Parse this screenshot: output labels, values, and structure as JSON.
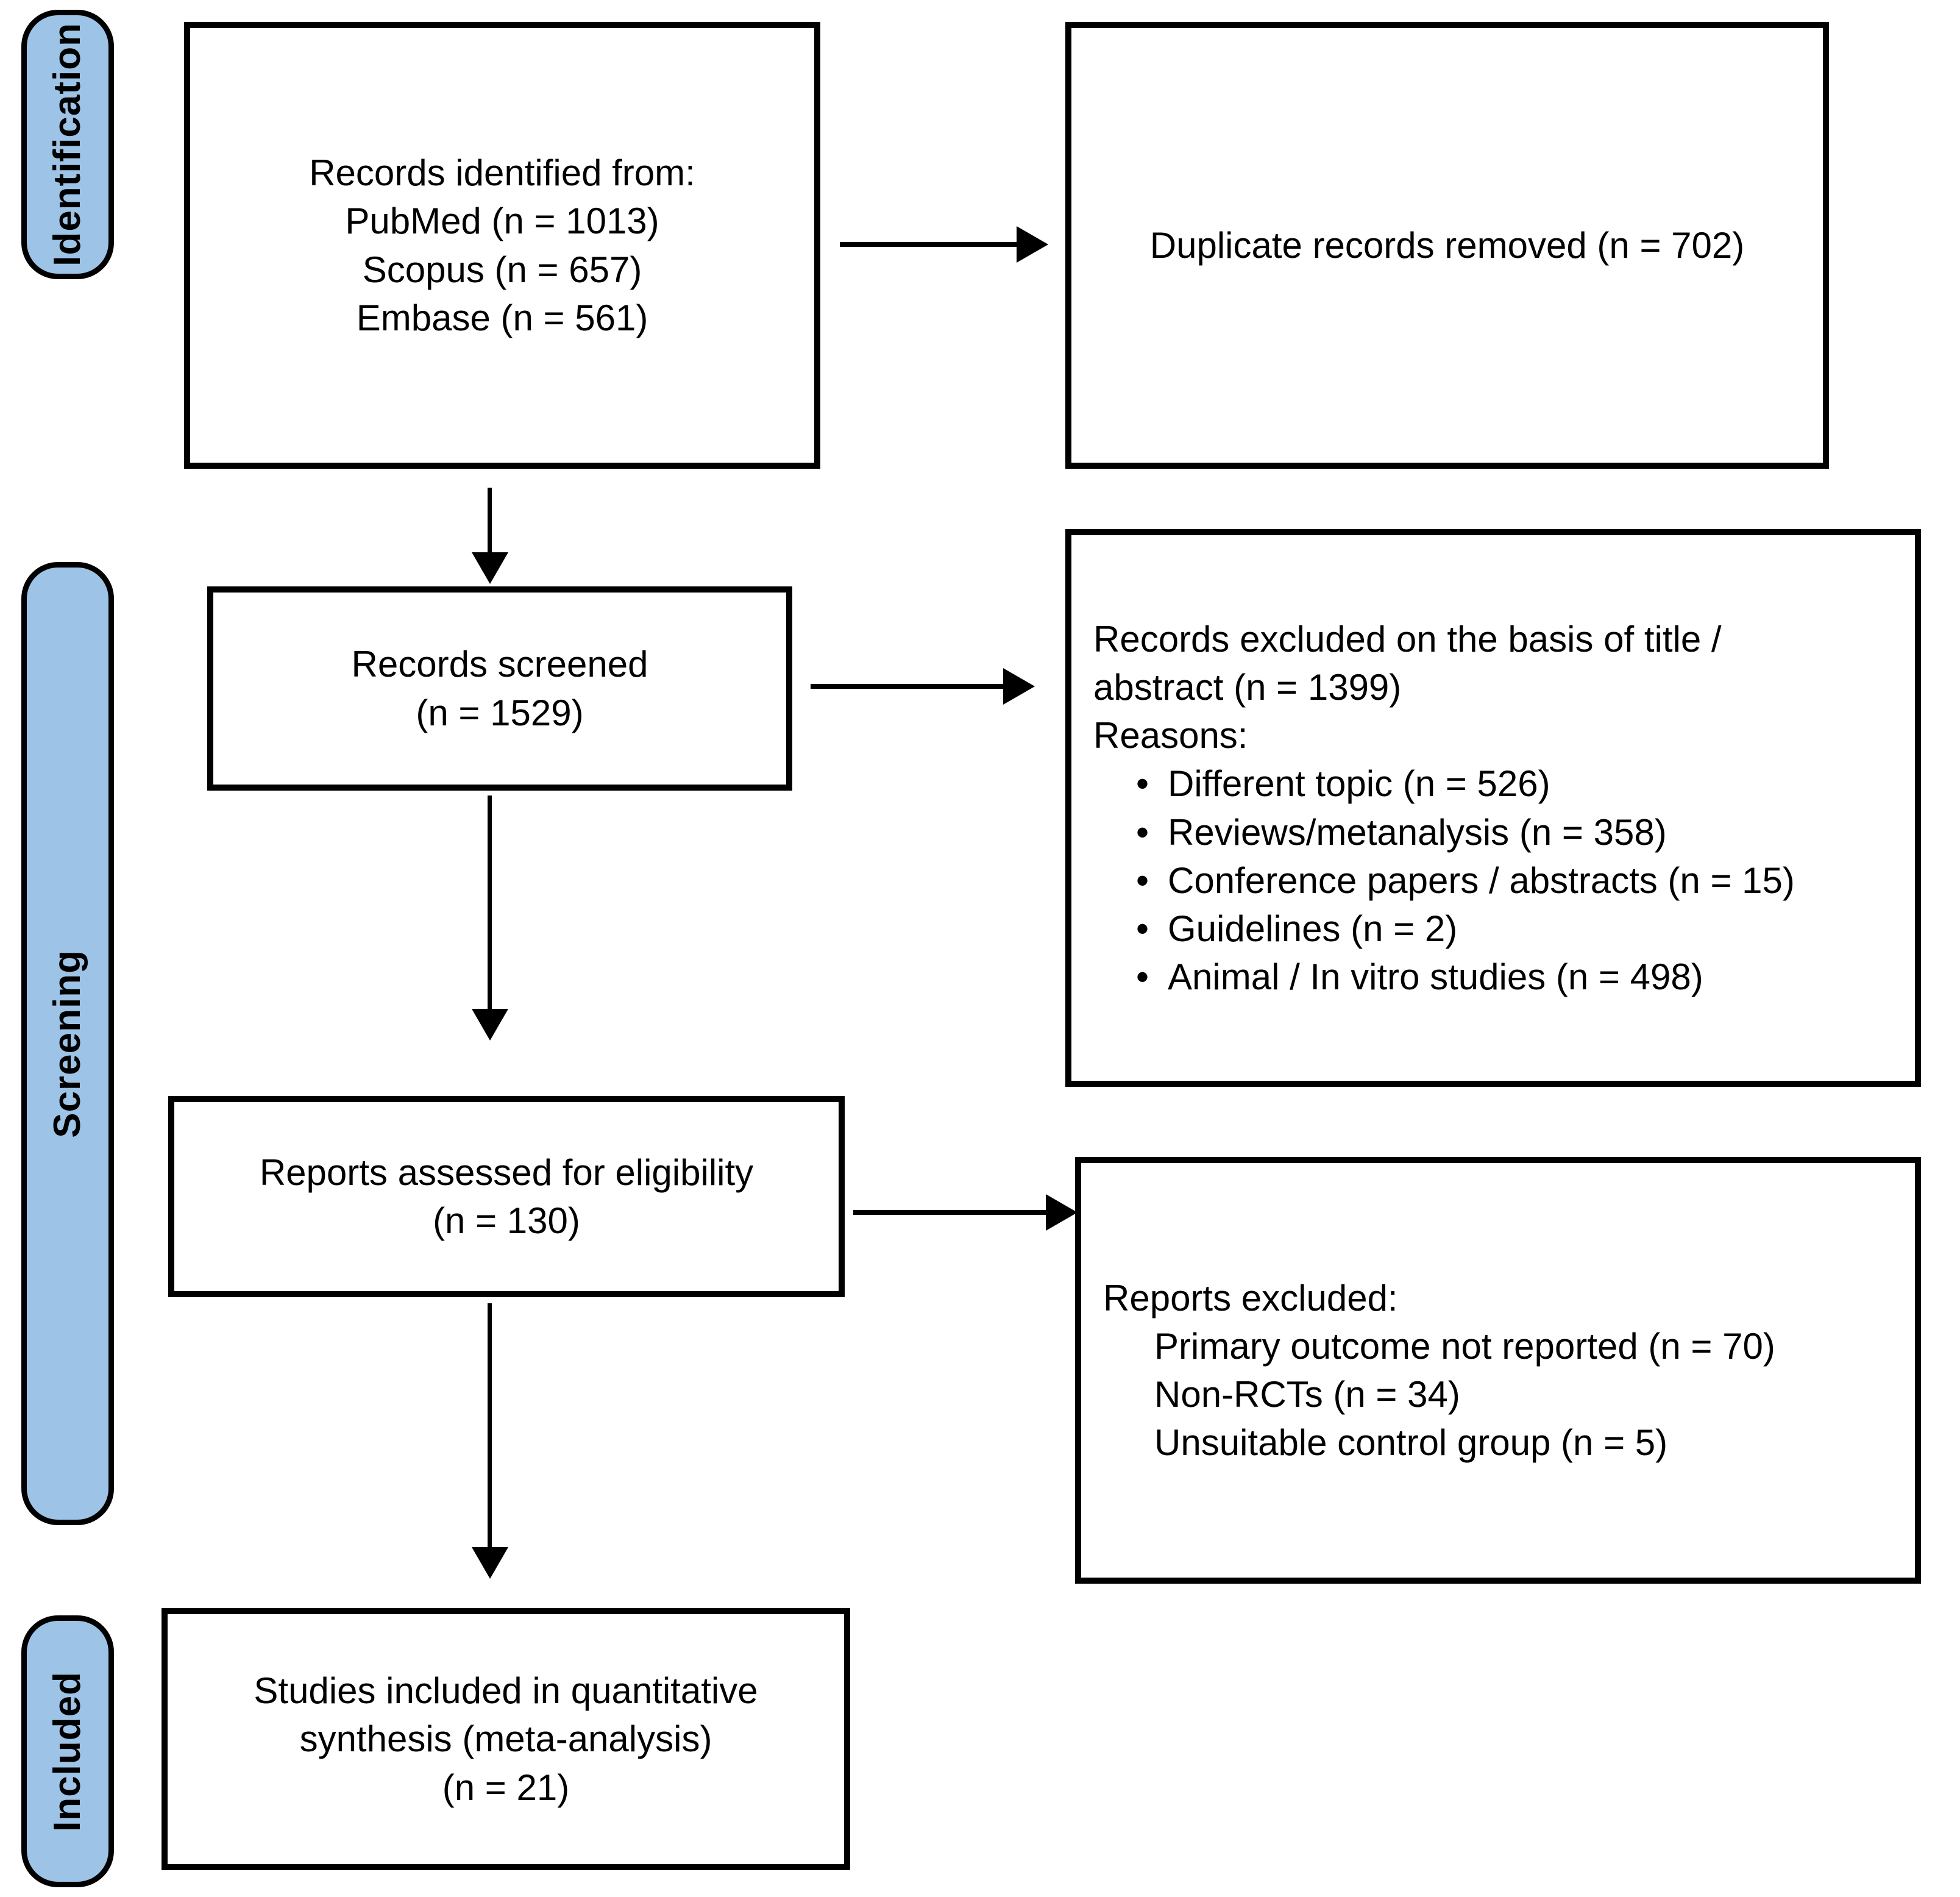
{
  "diagram": {
    "type": "PRISMA flow diagram",
    "accent_color": "#9DC3E6",
    "line_color": "#000000",
    "background_color": "#FFFFFF"
  },
  "phases": [
    {
      "id": "identification",
      "label": "Identification"
    },
    {
      "id": "screening",
      "label": "Screening"
    },
    {
      "id": "included",
      "label": "Included"
    }
  ],
  "boxes": {
    "records_identified": {
      "title": "Records identified from:",
      "sources": [
        "PubMed (n = 1013)",
        "Scopus (n = 657)",
        "Embase (n = 561)"
      ]
    },
    "duplicates_removed": {
      "text": "Duplicate records removed (n = 702)"
    },
    "records_screened": {
      "line1": "Records screened",
      "line2": "(n = 1529)"
    },
    "records_excluded": {
      "line1": "Records excluded on the basis of title /",
      "line2": "abstract (n = 1399)",
      "reasons_label": "Reasons:",
      "reasons": [
        "Different topic (n = 526)",
        "Reviews/metanalysis (n = 358)",
        "Conference papers / abstracts (n = 15)",
        "Guidelines (n = 2)",
        "Animal / In vitro studies (n = 498)"
      ]
    },
    "reports_assessed": {
      "line1": "Reports assessed for eligibility",
      "line2": "(n = 130)"
    },
    "reports_excluded": {
      "heading": "Reports excluded:",
      "reasons": [
        "Primary outcome not reported (n = 70)",
        "Non-RCTs (n = 34)",
        "Unsuitable control group (n = 5)"
      ]
    },
    "studies_included": {
      "line1": "Studies included in quantitative",
      "line2": "synthesis (meta-analysis)",
      "line3": "(n = 21)"
    }
  },
  "counts": {
    "pubmed": 1013,
    "scopus": 657,
    "embase": 561,
    "duplicates_removed": 702,
    "records_screened": 1529,
    "records_excluded_title_abstract": 1399,
    "different_topic": 526,
    "reviews_metanalysis": 358,
    "conference_papers_abstracts": 15,
    "guidelines": 2,
    "animal_in_vitro": 498,
    "reports_assessed": 130,
    "primary_outcome_not_reported": 70,
    "non_rcts": 34,
    "unsuitable_control_group": 5,
    "studies_included": 21
  }
}
